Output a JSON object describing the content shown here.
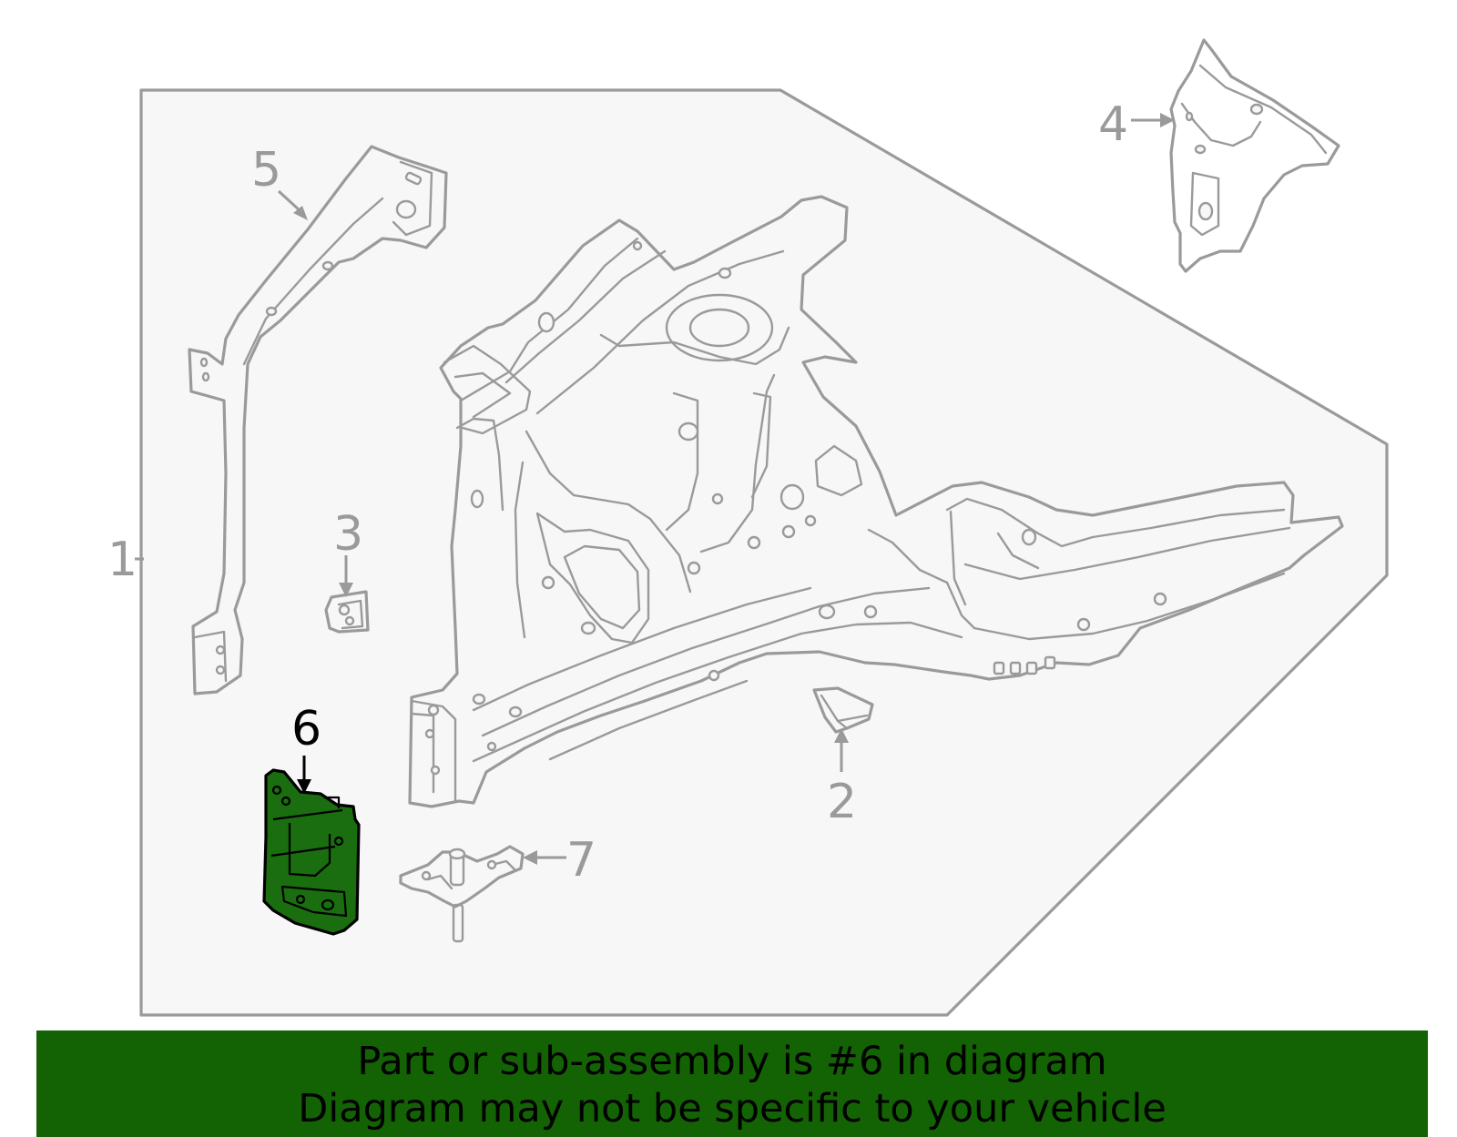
{
  "callouts": {
    "c1": "1",
    "c2": "2",
    "c3": "3",
    "c4": "4",
    "c5": "5",
    "c6": "6",
    "c7": "7"
  },
  "highlighted_part": "6",
  "colors": {
    "highlight_fill": "#1a6e0f",
    "banner_bg": "#136304",
    "line_gray": "#9a9a9a",
    "panel_fill": "#f7f7f7"
  },
  "banner": {
    "line1": "Part or sub-assembly is #6 in diagram",
    "line2": "Diagram may not be specific to your vehicle"
  }
}
